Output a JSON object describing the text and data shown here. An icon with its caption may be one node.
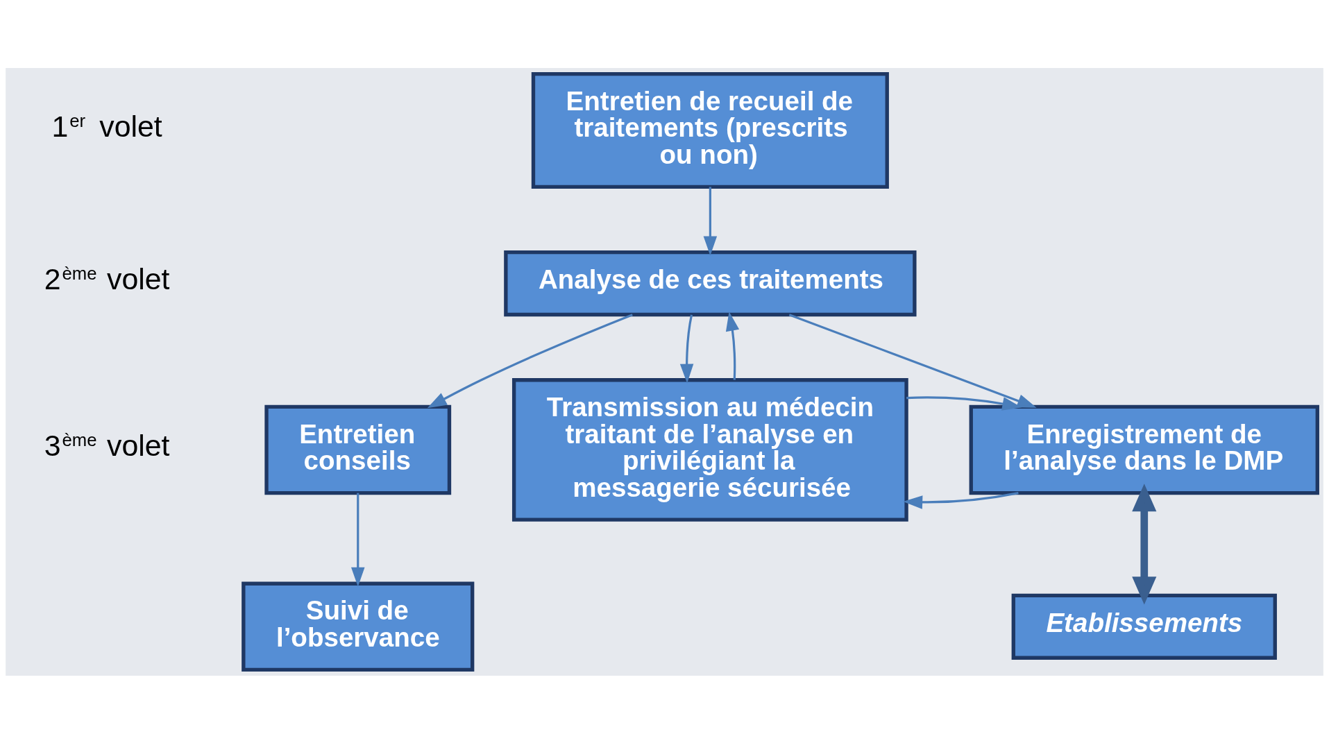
{
  "diagram": {
    "nodes": [
      {
        "text": [
          "Entretien de recueil de traitements (prescrits ou non)"
        ]
      },
      {
        "text": [
          "Analyse de ces traitements"
        ]
      },
      {
        "text": [
          "Entretien conseils"
        ]
      },
      {
        "text": [
          "Transmission au médecin traitant de l’analyse en privilégiant la messagerie sécurisée"
        ]
      },
      {
        "text": [
          "Enregistrement de l’analyse dans le DMP"
        ]
      },
      {
        "text": [
          "Suivi de l’observance"
        ]
      },
      {
        "text": [
          "Etablissements"
        ]
      }
    ],
    "edges": [
      {
        "from": 0,
        "to": 1,
        "arrow": "to"
      },
      {
        "from": 1,
        "to": 2,
        "arrow": "to"
      },
      {
        "from": 1,
        "to": 3,
        "arrow": "to"
      },
      {
        "from": 3,
        "to": 1,
        "arrow": "to"
      },
      {
        "from": 1,
        "to": 4,
        "arrow": "to"
      },
      {
        "from": 4,
        "to": 3,
        "arrow": "to"
      },
      {
        "from": 3,
        "to": 4,
        "arrow": "to"
      },
      {
        "from": 2,
        "to": 5,
        "arrow": "to"
      },
      {
        "from": 4,
        "to": 6,
        "arrow": "both",
        "style": "thick",
        "color": "#3a5f8f"
      }
    ],
    "labels": [
      "1$^{er}$ volet",
      "2$^{ème}$ volet",
      "3$^{ème}$ volet"
    ]
  }
}
